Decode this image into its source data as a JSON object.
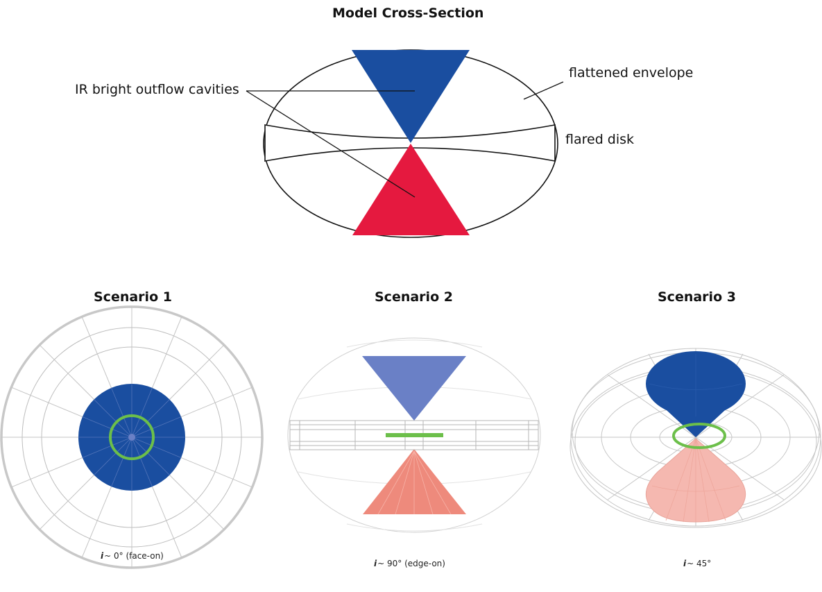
{
  "top": {
    "title": "Model Cross-Section",
    "labels": {
      "cavities": "IR bright outflow cavities",
      "envelope": "flattened envelope",
      "disk": "flared disk"
    },
    "colors": {
      "blue_cavity": "#1a4ea0",
      "red_cavity": "#e5193f"
    }
  },
  "scenarios": [
    {
      "title": "Scenario 1",
      "inclination_symbol": "i",
      "inclination_text": "~ 0° (face-on)"
    },
    {
      "title": "Scenario 2",
      "inclination_symbol": "i",
      "inclination_text": "~ 90° (edge-on)"
    },
    {
      "title": "Scenario 3",
      "inclination_symbol": "i",
      "inclination_text": "~ 45°"
    }
  ],
  "colors": {
    "green_ring": "#6cbf4a",
    "grid_gray": "#bdbdbd",
    "light_blue": "#6a80c6",
    "salmon": "#ee8a7c",
    "pink": "#f5b8b0"
  }
}
